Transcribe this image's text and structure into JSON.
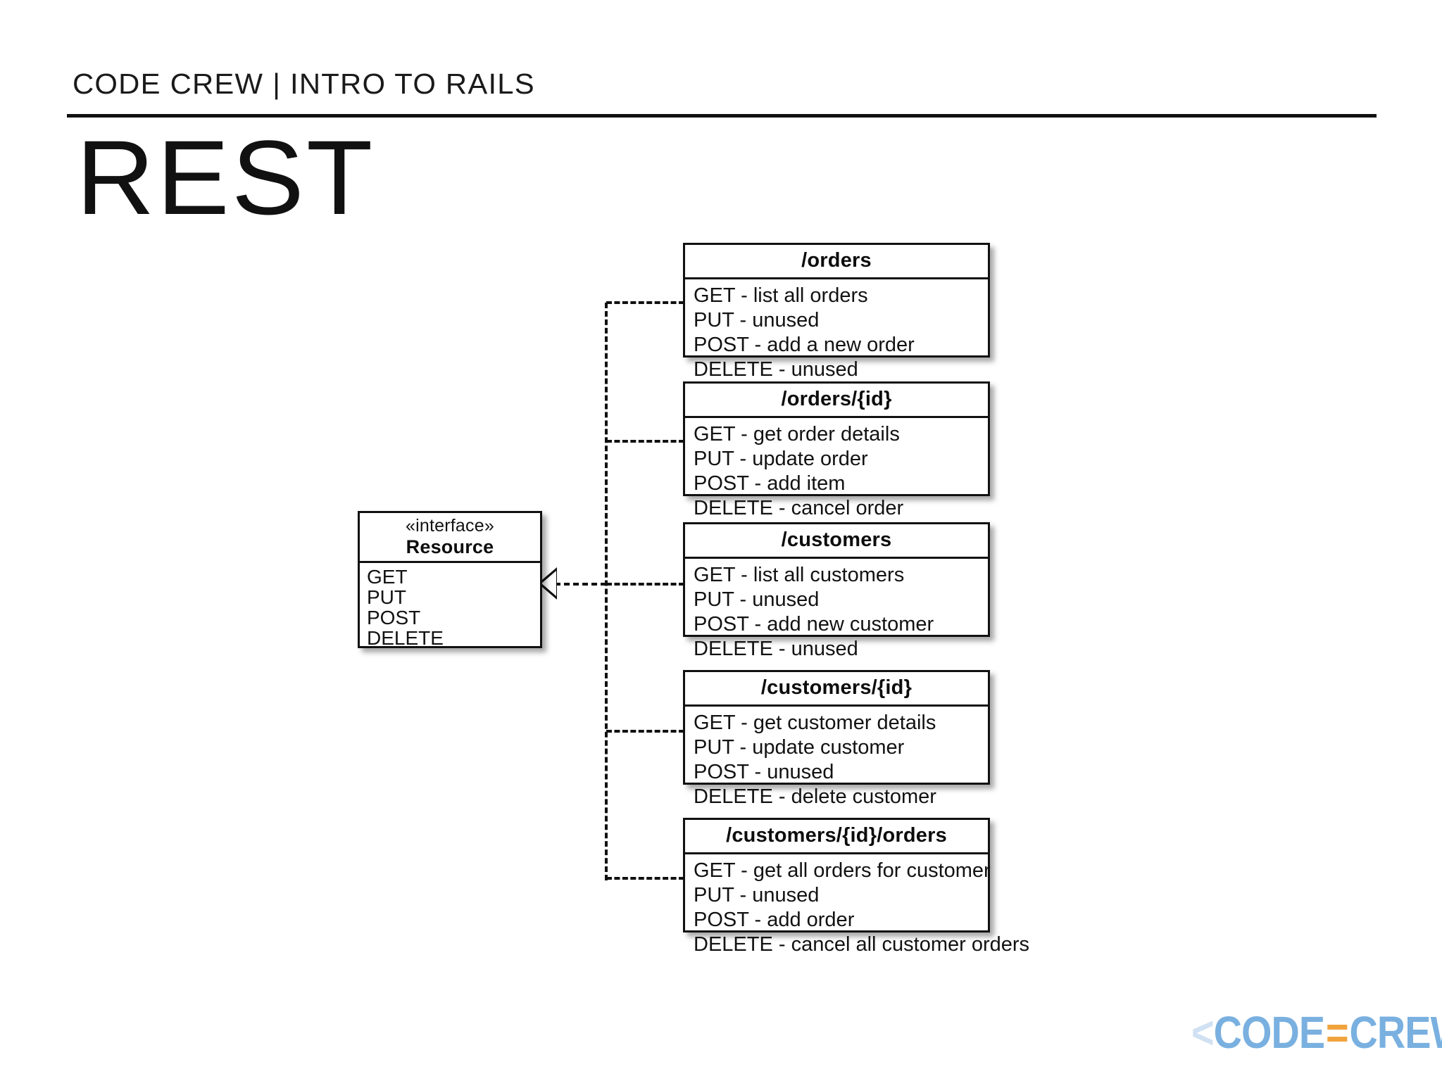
{
  "slide": {
    "kicker": "CODE CREW | INTRO TO RAILS",
    "title": "REST"
  },
  "interface_box": {
    "stereotype": "«interface»",
    "name": "Resource",
    "operations": [
      "GET",
      "PUT",
      "POST",
      "DELETE"
    ]
  },
  "resources": [
    {
      "path": "/orders",
      "operations": [
        "GET - list all orders",
        "PUT - unused",
        "POST - add a new order",
        "DELETE -  unused"
      ]
    },
    {
      "path": "/orders/{id}",
      "operations": [
        "GET - get order details",
        "PUT - update order",
        "POST - add item",
        "DELETE - cancel order"
      ]
    },
    {
      "path": "/customers",
      "operations": [
        "GET - list all customers",
        "PUT - unused",
        "POST - add new customer",
        "DELETE - unused"
      ]
    },
    {
      "path": "/customers/{id}",
      "operations": [
        "GET - get customer details",
        "PUT - update customer",
        "POST - unused",
        "DELETE - delete customer"
      ]
    },
    {
      "path": "/customers/{id}/orders",
      "operations": [
        "GET - get all orders for customer",
        "PUT - unused",
        "POST - add order",
        "DELETE - cancel all customer orders"
      ]
    }
  ],
  "logo": {
    "open_bracket": "<",
    "left_word": "CODE",
    "equals": "=",
    "right_word": "CREW",
    "close_bracket": ">",
    "word_color": "#79b0e0",
    "equals_color": "#f0a33c",
    "bracket_color": "#cfe1f2"
  },
  "colors": {
    "background": "#ffffff",
    "ink": "#111111"
  }
}
